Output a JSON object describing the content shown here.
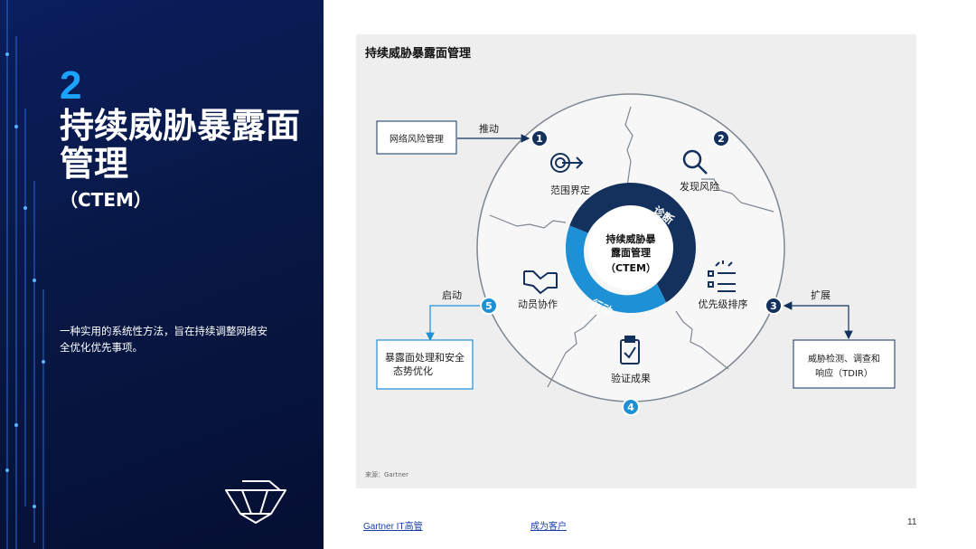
{
  "left": {
    "number": "2",
    "title_line1": "持续威胁暴露面",
    "title_line2": "管理",
    "subtitle": "（CTEM）",
    "description": "一种实用的系统性方法，旨在持续调整网络安全优化优先事项。"
  },
  "figure": {
    "title": "持续威胁暴露面管理",
    "source": "来源：Gartner",
    "center_label_1": "持续威胁暴",
    "center_label_2": "露面管理",
    "center_label_3": "（CTEM）",
    "ring_diagnose": "诊断",
    "ring_action": "行动",
    "stages": [
      {
        "num": "1",
        "label": "范围界定",
        "icon": "target-icon"
      },
      {
        "num": "2",
        "label": "发现风险",
        "icon": "magnifier-icon"
      },
      {
        "num": "3",
        "label": "优先级排序",
        "icon": "priority-list-icon"
      },
      {
        "num": "4",
        "label": "验证成果",
        "icon": "clipboard-check-icon"
      },
      {
        "num": "5",
        "label": "动员协作",
        "icon": "handshake-icon"
      }
    ],
    "box_network": "网络风险管理",
    "arrow_drive": "推动",
    "arrow_expand": "扩展",
    "box_tdir_1": "威胁检测、调查和",
    "box_tdir_2": "响应（TDIR）",
    "arrow_start": "启动",
    "box_optimize_1": "暴露面处理和安全",
    "box_optimize_2": "态势优化"
  },
  "footer": {
    "link_1": "Gartner IT高管",
    "link_2": "成为客户",
    "page_number": "11"
  },
  "colors": {
    "navy": "#13315c",
    "blue": "#1e90d6",
    "accent": "#1aa3ff"
  }
}
